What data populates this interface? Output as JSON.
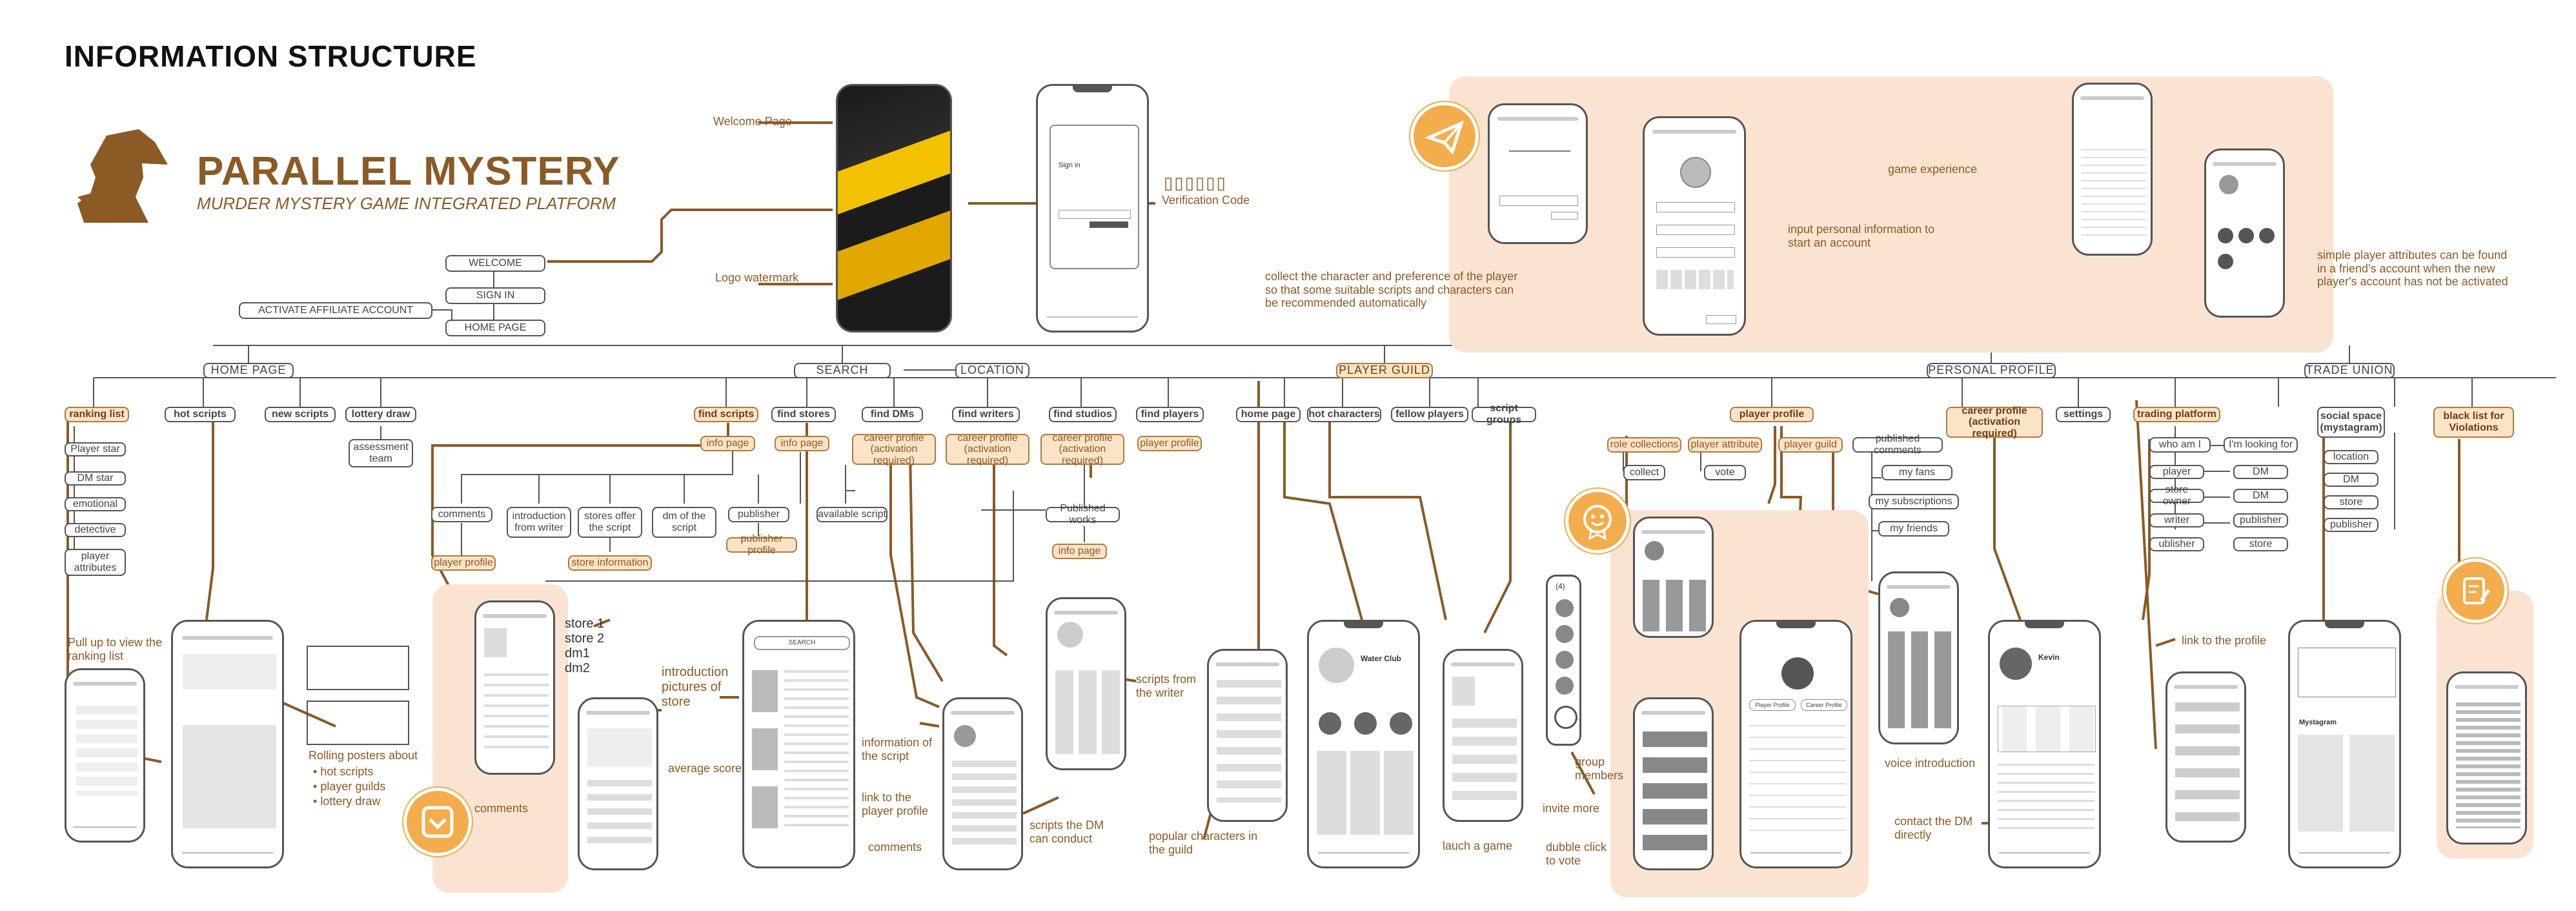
{
  "header": {
    "title": "INFORMATION STRUCTURE"
  },
  "brand": {
    "name": "PARALLEL MYSTERY",
    "tagline": "MURDER MYSTERY GAME INTEGRATED PLATFORM"
  },
  "flow": {
    "welcome": "WELCOME",
    "sign_in": "SIGN IN",
    "activate": "ACTIVATE AFFILIATE ACCOUNT",
    "home_page": "HOME PAGE"
  },
  "sections": {
    "home_page": "HOME PAGE",
    "search": "SEARCH",
    "location": "LOCATION",
    "player_guild": "PLAYER GUILD",
    "personal_profile": "PERSONAL PROFILE",
    "trade_union": "TRADE UNION"
  },
  "home": {
    "ranking_list": "ranking list",
    "hot_scripts": "hot scripts",
    "new_scripts": "new scripts",
    "lottery_draw": "lottery draw",
    "assessment_team": "assessment team",
    "ranking_items": [
      "Player star",
      "DM star",
      "emotional",
      "detective",
      "player attributes"
    ]
  },
  "search": {
    "find_scripts": "find scripts",
    "find_stores": "find stores",
    "find_dms": "find DMs",
    "find_writers": "find writers",
    "find_studios": "find studios",
    "find_players": "find players",
    "info_page": "info page",
    "career_profile": "career profile (activation required)",
    "player_profile": "player profile",
    "comments": "comments",
    "introduction_from_writer": "introduction from writer",
    "stores_offer": "stores offer the script",
    "dm_of_script": "dm of the script",
    "publisher": "publisher",
    "available_script": "available script",
    "publisher_profile": "publisher profile",
    "store_information": "store information",
    "published_works": "Published works",
    "info_page_2": "info page"
  },
  "guild": {
    "home_page": "home page",
    "hot_characters": "hot characters",
    "fellow_players": "fellow players",
    "script_groups": "script groups"
  },
  "profile": {
    "player_profile": "player profile",
    "career_profile": "career profile (activation required)",
    "settings": "settings",
    "role_collections": "role collections",
    "player_attribute": "player attribute",
    "player_guild": "player guild",
    "published_comments": "published comments",
    "collect": "collect",
    "vote": "vote",
    "my_fans": "my fans",
    "my_subscriptions": "my subscriptions",
    "my_friends": "my friends"
  },
  "trade": {
    "trading_platform": "trading platform",
    "social_space": "social space (mystagram)",
    "black_list": "black list for Violations",
    "who_am_i": "who am I",
    "looking_for": "I'm looking for",
    "left": [
      "player",
      "store owner",
      "writer",
      "ublisher"
    ],
    "right": [
      "DM",
      "DM",
      "publisher",
      "store"
    ],
    "social_items": [
      "location",
      "DM",
      "store",
      "publisher"
    ]
  },
  "annotations": {
    "welcome_page": "Welcome Page",
    "logo_watermark": "Logo watermark",
    "verification_code": "Verification Code",
    "collect_character": "collect the character and preference of the player so that some suitable scripts and characters can be recommended automatically",
    "input_personal": "input personal information to start an account",
    "game_experience": "game experience",
    "simple_attributes": "simple player attributes can be found in a friend's account when the new player's account has not be activated",
    "pull_up": "Pull up to view the ranking list",
    "rolling_posters": "Rolling posters about",
    "rolling_items": [
      "hot scripts",
      "player guilds",
      "lottery draw"
    ],
    "comments": "comments",
    "store_list": [
      "store 1",
      "store 2",
      "dm1",
      "dm2"
    ],
    "introduction_pictures": "introduction pictures of store",
    "average_score": "average score",
    "information_script": "information of the script",
    "link_player_profile": "link to the player profile",
    "comments2": "comments",
    "scripts_dm": "scripts the DM can conduct",
    "scripts_writer": "scripts from the writer",
    "popular_characters": "popular characters in the guild",
    "lauch_game": "lauch a game",
    "group_members": "group members",
    "invite_more": "invite more",
    "dubble_click": "dubble click to vote",
    "voice_intro": "voice introduction",
    "contact_dm": "contact the DM directly",
    "link_profile": "link to the profile"
  },
  "phones": {
    "search_label": "SEARCH",
    "water_club": "Water Club",
    "player_profile_btn": "Player Profile",
    "career_profile_btn": "Career Profile",
    "mystagram": "Mystagram",
    "kevin": "Kevin",
    "group_count": "(4)",
    "sign_in": "Sign in"
  },
  "colors": {
    "accent": "#8b5a25",
    "panel": "#fbe3d2",
    "highlight": "#fbe3c7",
    "badge": "#f3ad4c"
  },
  "icons": [
    "paper-plane-icon",
    "smiley-icon",
    "chevron-down-icon",
    "edit-icon",
    "detective-logo-icon"
  ]
}
